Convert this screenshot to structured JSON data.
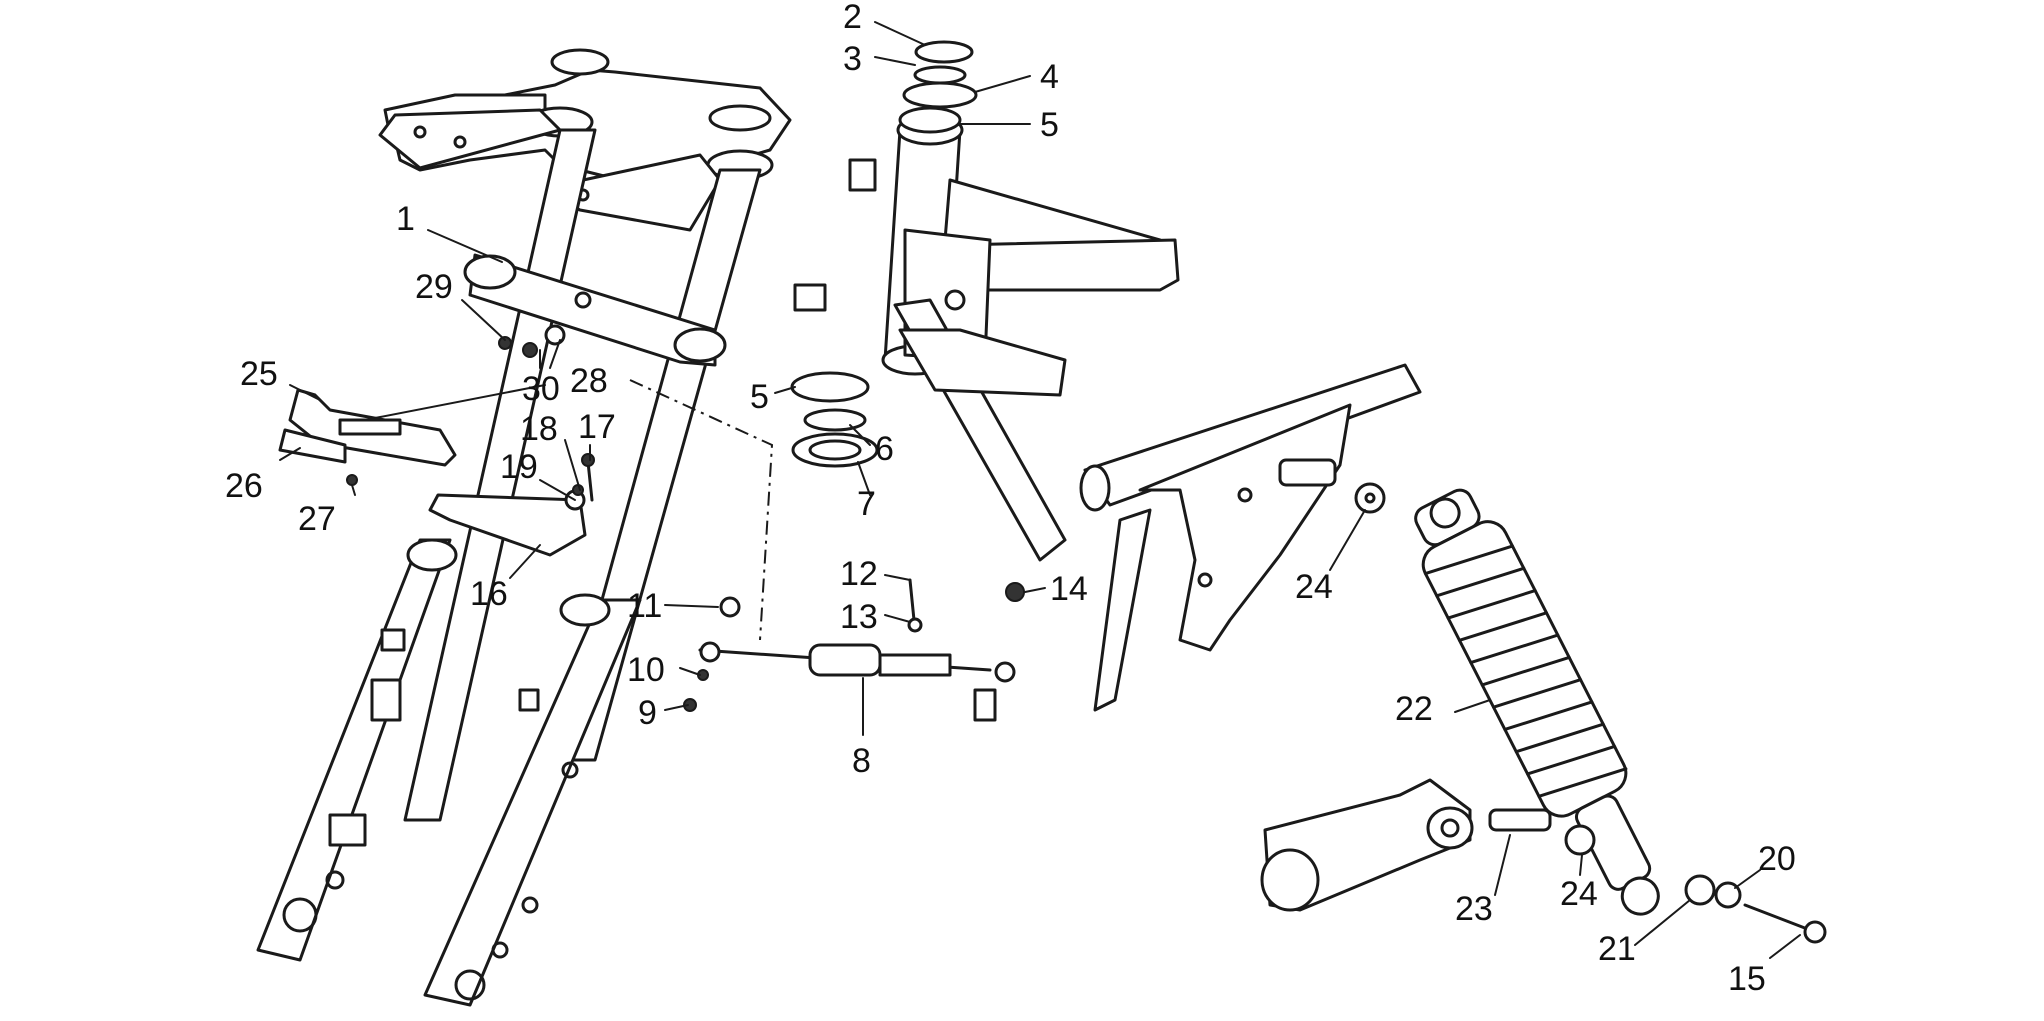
{
  "diagram": {
    "colors": {
      "ink": "#1a1a1a",
      "background": "#ffffff"
    },
    "callouts": [
      {
        "id": "c1",
        "text": "1"
      },
      {
        "id": "c2",
        "text": "2"
      },
      {
        "id": "c3",
        "text": "3"
      },
      {
        "id": "c4",
        "text": "4"
      },
      {
        "id": "c5a",
        "text": "5"
      },
      {
        "id": "c5b",
        "text": "5"
      },
      {
        "id": "c6",
        "text": "6"
      },
      {
        "id": "c7",
        "text": "7"
      },
      {
        "id": "c8",
        "text": "8"
      },
      {
        "id": "c9",
        "text": "9"
      },
      {
        "id": "c10",
        "text": "10"
      },
      {
        "id": "c11",
        "text": "11"
      },
      {
        "id": "c12",
        "text": "12"
      },
      {
        "id": "c13",
        "text": "13"
      },
      {
        "id": "c14",
        "text": "14"
      },
      {
        "id": "c15",
        "text": "15"
      },
      {
        "id": "c16",
        "text": "16"
      },
      {
        "id": "c17",
        "text": "17"
      },
      {
        "id": "c18",
        "text": "18"
      },
      {
        "id": "c19",
        "text": "19"
      },
      {
        "id": "c20",
        "text": "20"
      },
      {
        "id": "c21",
        "text": "21"
      },
      {
        "id": "c22",
        "text": "22"
      },
      {
        "id": "c23",
        "text": "23"
      },
      {
        "id": "c24a",
        "text": "24"
      },
      {
        "id": "c24b",
        "text": "24"
      },
      {
        "id": "c25",
        "text": "25"
      },
      {
        "id": "c26",
        "text": "26"
      },
      {
        "id": "c27",
        "text": "27"
      },
      {
        "id": "c28",
        "text": "28"
      },
      {
        "id": "c29",
        "text": "29"
      },
      {
        "id": "c30",
        "text": "30"
      }
    ]
  }
}
